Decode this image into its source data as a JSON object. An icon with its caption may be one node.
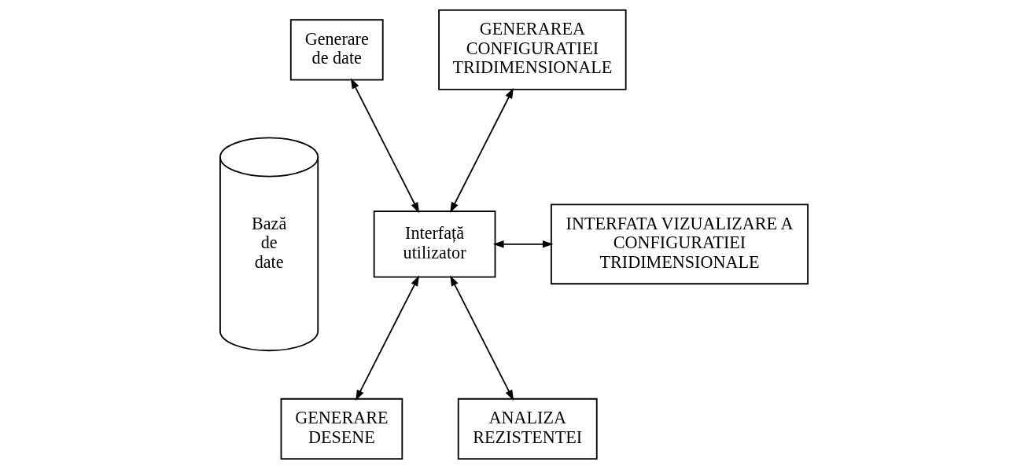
{
  "diagram": {
    "nodes": [
      {
        "text": [
          "Bază de date"
        ]
      },
      {
        "text": [
          "Generare de date"
        ]
      },
      {
        "text": [
          "GENERAREA CONFIGURATIEI TRIDIMENSIONALE"
        ]
      },
      {
        "text": [
          "Interfață utilizator"
        ]
      },
      {
        "text": [
          "INTERFATA VIZUALIZARE A CONFIGURATIEI TRIDIMENSIONALE"
        ]
      },
      {
        "text": [
          "GENERARE DESENE"
        ]
      },
      {
        "text": [
          "ANALIZA REZISTENTEI"
        ]
      }
    ],
    "edges": [
      {
        "from": 1,
        "to": 3,
        "arrow": "both"
      },
      {
        "from": 2,
        "to": 3,
        "arrow": "both"
      },
      {
        "from": 3,
        "to": 4,
        "arrow": "both"
      },
      {
        "from": 3,
        "to": 5,
        "arrow": "both"
      },
      {
        "from": 3,
        "to": 6,
        "arrow": "both"
      }
    ]
  }
}
